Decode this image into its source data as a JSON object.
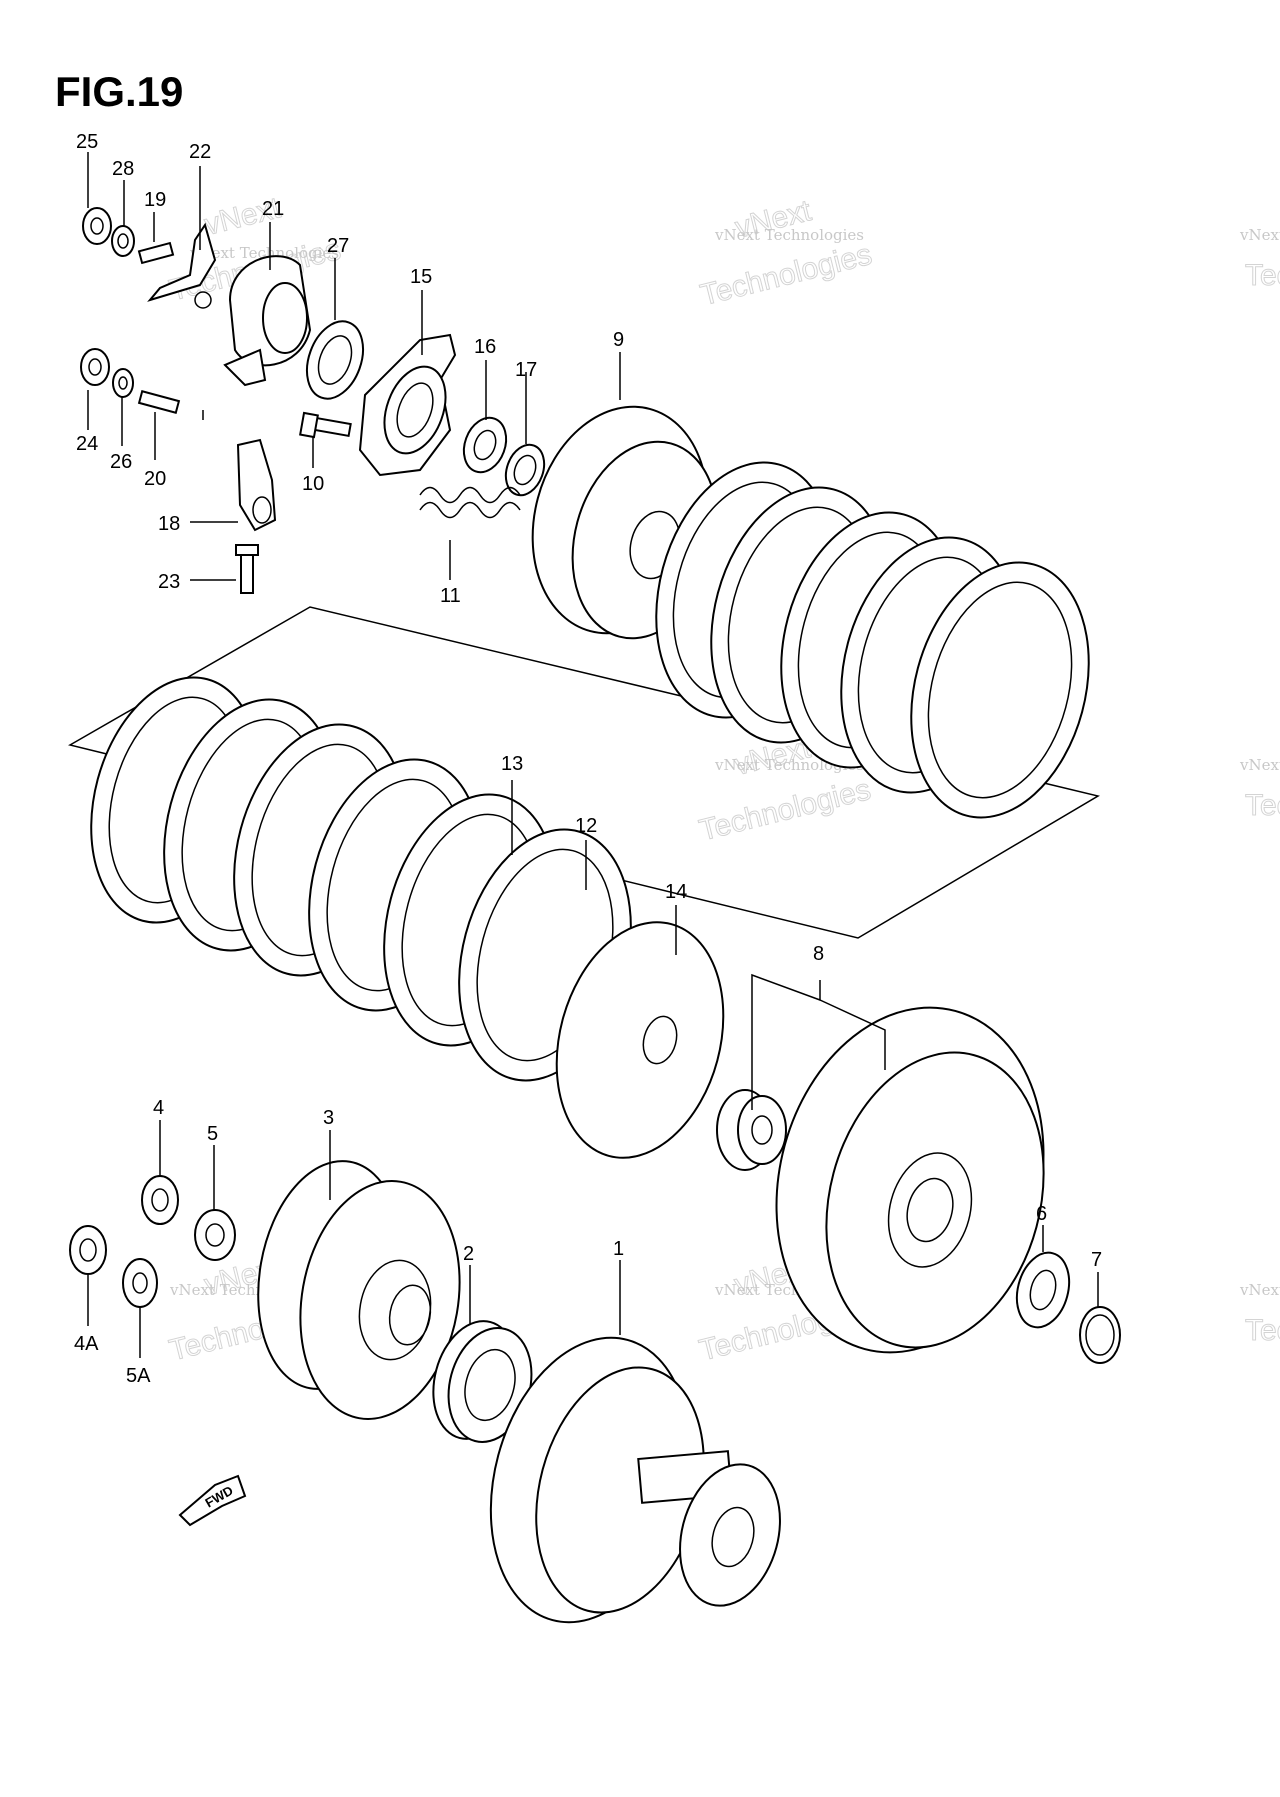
{
  "figure": {
    "title": "FIG.19",
    "fwd_label": "FWD"
  },
  "watermark": {
    "line1": "vNext Technologies",
    "line2": "vNext",
    "line3": "Technologies"
  },
  "callouts": [
    {
      "id": "c25",
      "label": "25"
    },
    {
      "id": "c28",
      "label": "28"
    },
    {
      "id": "c19",
      "label": "19"
    },
    {
      "id": "c22",
      "label": "22"
    },
    {
      "id": "c21",
      "label": "21"
    },
    {
      "id": "c27",
      "label": "27"
    },
    {
      "id": "c15",
      "label": "15"
    },
    {
      "id": "c16",
      "label": "16"
    },
    {
      "id": "c17",
      "label": "17"
    },
    {
      "id": "c9",
      "label": "9"
    },
    {
      "id": "c24",
      "label": "24"
    },
    {
      "id": "c26",
      "label": "26"
    },
    {
      "id": "c20",
      "label": "20"
    },
    {
      "id": "c10",
      "label": "10"
    },
    {
      "id": "c18",
      "label": "18"
    },
    {
      "id": "c11",
      "label": "11"
    },
    {
      "id": "c23",
      "label": "23"
    },
    {
      "id": "c13",
      "label": "13"
    },
    {
      "id": "c12",
      "label": "12"
    },
    {
      "id": "c14",
      "label": "14"
    },
    {
      "id": "c8",
      "label": "8"
    },
    {
      "id": "c4",
      "label": "4"
    },
    {
      "id": "c5",
      "label": "5"
    },
    {
      "id": "c3",
      "label": "3"
    },
    {
      "id": "c2",
      "label": "2"
    },
    {
      "id": "c1",
      "label": "1"
    },
    {
      "id": "c6",
      "label": "6"
    },
    {
      "id": "c7",
      "label": "7"
    },
    {
      "id": "c4A",
      "label": "4A"
    },
    {
      "id": "c5A",
      "label": "5A"
    }
  ]
}
